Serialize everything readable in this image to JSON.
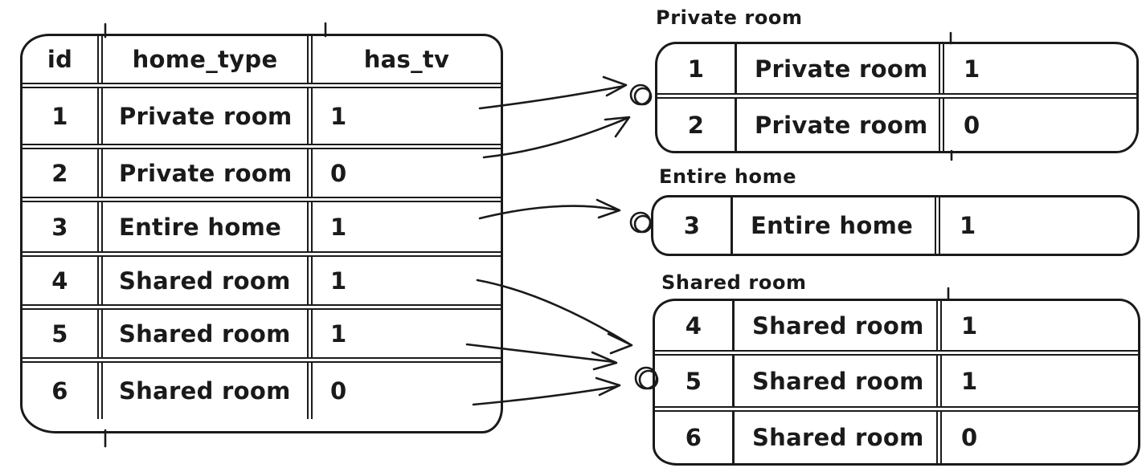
{
  "diagram": {
    "description": "Hand-drawn sketch of a table grouped by home_type",
    "colors": {
      "ink": "#1a1a1a",
      "background": "#ffffff"
    },
    "source_table": {
      "columns": [
        "id",
        "home_type",
        "has_tv"
      ],
      "rows": [
        [
          "1",
          "Private room",
          "1"
        ],
        [
          "2",
          "Private room",
          "0"
        ],
        [
          "3",
          "Entire home",
          "1"
        ],
        [
          "4",
          "Shared room",
          "1"
        ],
        [
          "5",
          "Shared room",
          "1"
        ],
        [
          "6",
          "Shared room",
          "0"
        ]
      ]
    },
    "groups": [
      {
        "label": "Private room",
        "rows": [
          [
            "1",
            "Private room",
            "1"
          ],
          [
            "2",
            "Private room",
            "0"
          ]
        ]
      },
      {
        "label": "Entire home",
        "rows": [
          [
            "3",
            "Entire home",
            "1"
          ]
        ]
      },
      {
        "label": "Shared room",
        "rows": [
          [
            "4",
            "Shared room",
            "1"
          ],
          [
            "5",
            "Shared room",
            "1"
          ],
          [
            "6",
            "Shared room",
            "0"
          ]
        ]
      }
    ]
  }
}
